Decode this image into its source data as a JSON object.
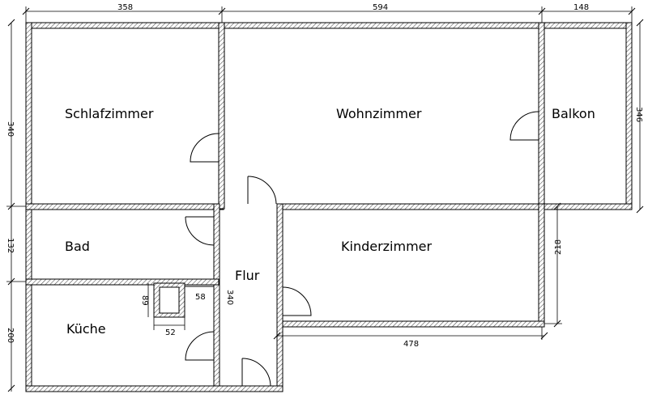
{
  "rooms": {
    "schlafzimmer": "Schlafzimmer",
    "wohnzimmer": "Wohnzimmer",
    "balkon": "Balkon",
    "bad": "Bad",
    "kueche": "Küche",
    "flur": "Flur",
    "kinderzimmer": "Kinderzimmer"
  },
  "dimensions": {
    "top_left": "358",
    "top_middle": "594",
    "top_right": "148",
    "left_top": "340",
    "left_middle": "132",
    "left_bottom": "200",
    "right_balkon": "346",
    "right_kinder": "218",
    "bottom_kinder": "478",
    "flur_width": "340",
    "shaft_height": "89",
    "shaft_width": "52",
    "shaft_side": "58"
  }
}
